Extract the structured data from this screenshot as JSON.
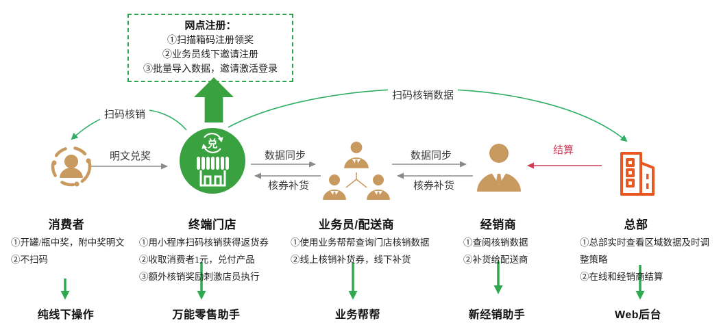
{
  "registration_box": {
    "title": "网点注册：",
    "items": [
      "①扫描箱码注册领奖",
      "②业务员线下邀请注册",
      "③批量导入数据，邀请激活登录"
    ]
  },
  "flows": {
    "scan_verify": "扫码核销",
    "plain_redeem": "明文兑奖",
    "data_sync_1": "数据同步",
    "coupon_restock_1": "核券补货",
    "data_sync_2": "数据同步",
    "coupon_restock_2": "核券补货",
    "settlement": "结算",
    "scan_verify_data": "扫码核销数据"
  },
  "colors": {
    "green_solid": "#39a13f",
    "green_line": "#2eaf63",
    "green_arrow": "#2fa84f",
    "tan": "#c99a5f",
    "orange": "#e85622",
    "red": "#cd3b55",
    "gray_arrow": "#8a8a8a"
  },
  "entities": [
    {
      "name": "消费者",
      "icon": "consumer-icon",
      "notes": [
        "①开罐/瓶中奖，附中奖明文",
        "②不扫码"
      ],
      "tool": "纯线下操作"
    },
    {
      "name": "终端门店",
      "icon": "store-icon",
      "notes": [
        "①用小程序扫码核销获得返货券",
        "②收取消费者1元，兑付产品",
        "③额外核销奖励刺激店员执行"
      ],
      "tool": "万能零售助手"
    },
    {
      "name": "业务员/配送商",
      "icon": "sales-team-icon",
      "notes": [
        "①使用业务帮帮查询门店核销数据",
        "②线上核销补货券，线下补货"
      ],
      "tool": "业务帮帮"
    },
    {
      "name": "经销商",
      "icon": "dealer-icon",
      "notes": [
        "①查阅核销数据",
        "②补货给配送商"
      ],
      "tool": "新经销助手"
    },
    {
      "name": "总部",
      "icon": "headquarters-icon",
      "notes": [
        "①总部实时查看区域数据及时调整策略",
        "②在线和经销商结算"
      ],
      "tool": "Web后台"
    }
  ]
}
